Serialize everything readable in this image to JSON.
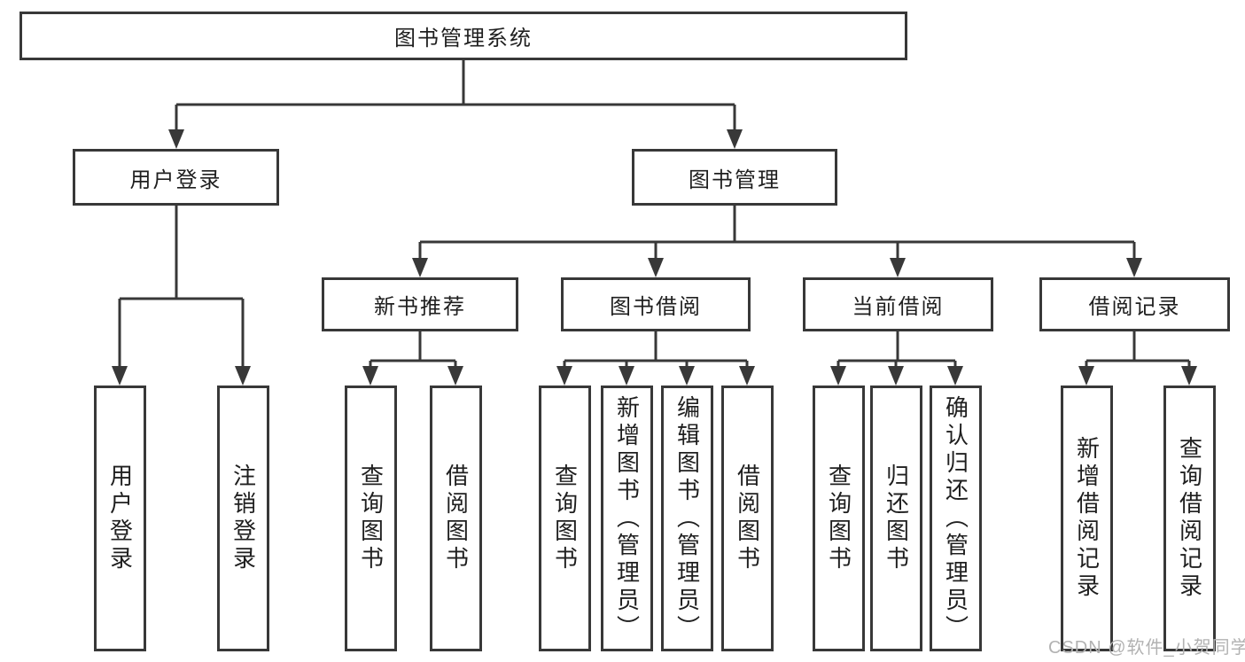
{
  "tree": {
    "root": {
      "label": "图书管理系统"
    },
    "branches": [
      {
        "label": "用户登录",
        "children": [
          {
            "label": "用户登录"
          },
          {
            "label": "注销登录"
          }
        ]
      },
      {
        "label": "图书管理",
        "children": [
          {
            "label": "新书推荐",
            "children": [
              {
                "label": "查询图书"
              },
              {
                "label": "借阅图书"
              }
            ]
          },
          {
            "label": "图书借阅",
            "children": [
              {
                "label": "查询图书"
              },
              {
                "label": "新增图书（管理员）"
              },
              {
                "label": "编辑图书（管理员）"
              },
              {
                "label": "借阅图书"
              }
            ]
          },
          {
            "label": "当前借阅",
            "children": [
              {
                "label": "查询图书"
              },
              {
                "label": "归还图书"
              },
              {
                "label": "确认归还（管理员）"
              }
            ]
          },
          {
            "label": "借阅记录",
            "children": [
              {
                "label": "新增借阅记录"
              },
              {
                "label": "查询借阅记录"
              }
            ]
          }
        ]
      }
    ]
  },
  "watermark": {
    "text": "CSDN @软件_小贺同学"
  },
  "colors": {
    "line": "#383838",
    "box_border": "#383838",
    "text": "#1f1f1f",
    "watermark": "#b2b2b2",
    "background": "#ffffff"
  }
}
